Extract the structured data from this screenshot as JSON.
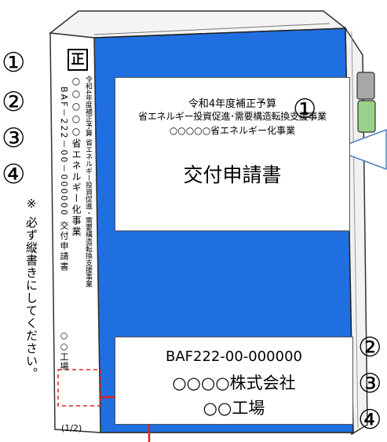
{
  "markers": {
    "left": [
      "①",
      "②",
      "③",
      "④"
    ],
    "front_top": "①",
    "front_bottom": [
      "②",
      "③",
      "④"
    ]
  },
  "note": "※ 必ず縦書きにしてください。",
  "spine": {
    "badge": "正",
    "col_subtitle": "令和4年度補正予算 省エネルギー投資促進・需要構造転換支援事業",
    "col_project": "○○○○○省エネルギー化事業",
    "col_main": "BAF－222－00－000000 交付申請書",
    "col_factory": "○○工場",
    "page": "(1/2)"
  },
  "front_label": {
    "line1": "令和4年度補正予算",
    "line2": "省エネルギー投資促進･需要構造転換支援事業",
    "line3": "○○○○○省エネルギー化事業",
    "title": "交付申請書"
  },
  "bottom_label": {
    "code": "BAF222-00-000000",
    "company": "○○○○株式会社",
    "factory": "○○工場"
  },
  "colors": {
    "binder_blue": "#1f6fe0",
    "tab_gray": "#a8a8a8",
    "tab_green": "#9bd08a",
    "callout_red": "#e02020",
    "outline": "#333333"
  }
}
